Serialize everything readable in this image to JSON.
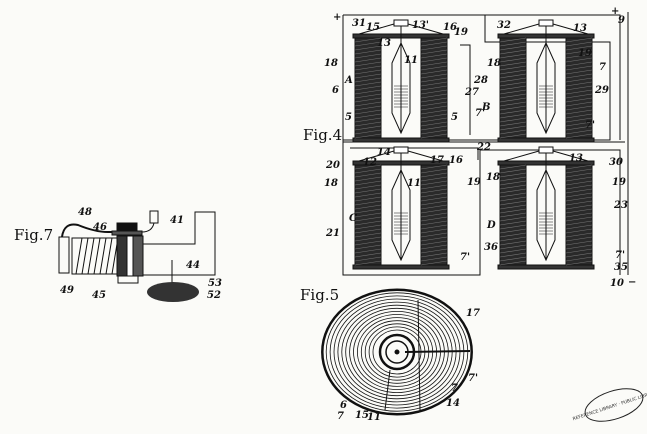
{
  "figures": {
    "fig4": {
      "title": "Fig.4",
      "units": [
        "A",
        "B",
        "C",
        "D"
      ],
      "labels": [
        "+",
        "31",
        "15",
        "13'",
        "16",
        "19",
        "18",
        "13",
        "11",
        "6",
        "28",
        "27",
        "5",
        "5",
        "7'",
        "20",
        "14",
        "12",
        "17",
        "16",
        "22",
        "32",
        "+",
        "9",
        "18",
        "19",
        "13",
        "7",
        "29",
        "7'",
        "18",
        "19",
        "11",
        "21",
        "7'",
        "36",
        "18",
        "13",
        "30",
        "19",
        "23",
        "7'",
        "35",
        "10",
        "−"
      ]
    },
    "fig5": {
      "title": "Fig.5",
      "labels": [
        "17",
        "7'",
        "7",
        "14",
        "6",
        "7",
        "15",
        "11"
      ]
    },
    "fig7": {
      "title": "Fig.7",
      "labels": [
        "48",
        "46",
        "41",
        "49",
        "45",
        "44",
        "53",
        "52"
      ]
    }
  },
  "stamp": {
    "text": "REFERENCE LIBRARY · PUBLIC LIBRARY"
  },
  "colors": {
    "ink": "#111111",
    "paper": "#fbfbf8"
  }
}
